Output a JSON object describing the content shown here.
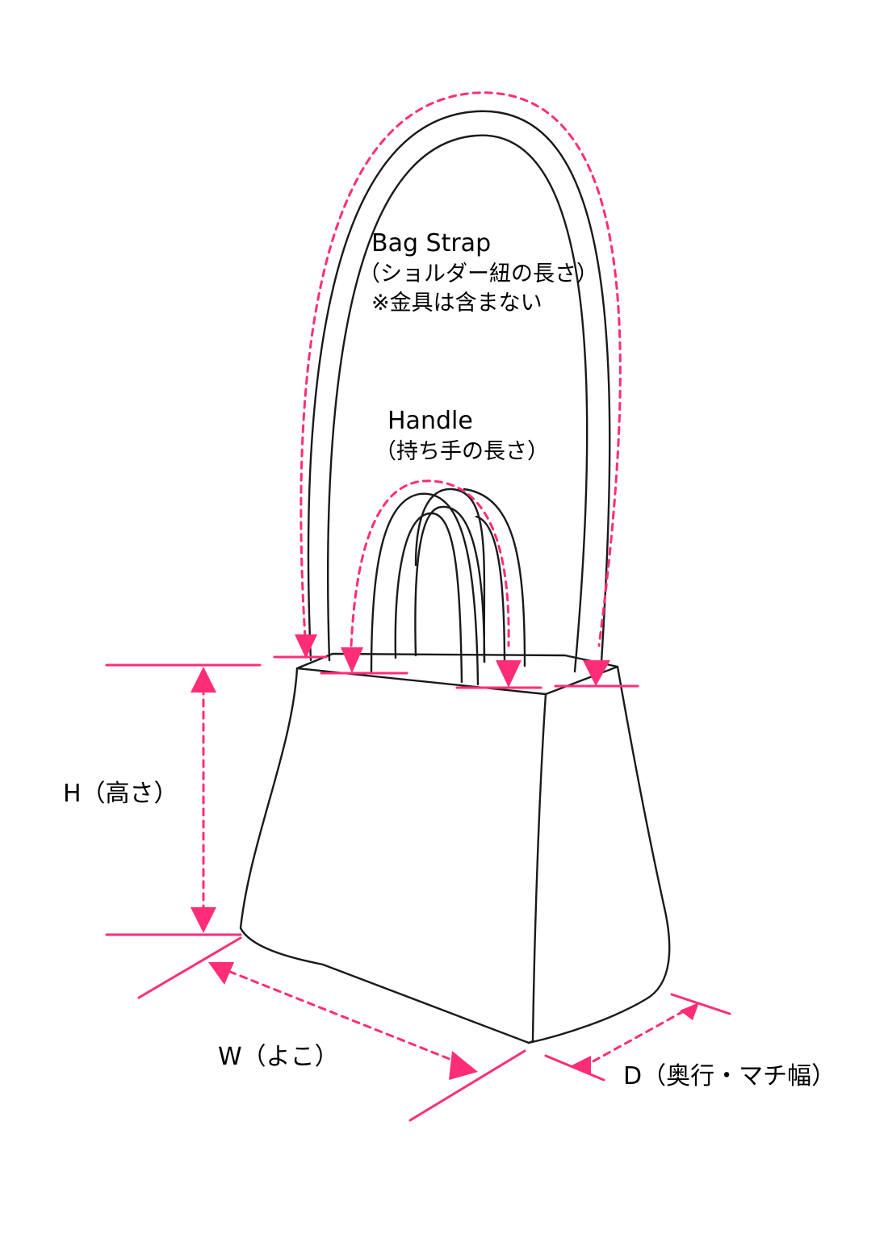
{
  "labels": {
    "strap_title": "Bag Strap",
    "strap_note_1": "（ショルダー紐の長さ）",
    "strap_note_2": "※金具は含まない",
    "handle_title": "Handle",
    "handle_note": "（持ち手の長さ）",
    "height": "H（高さ）",
    "width": "W（よこ）",
    "depth": "D（奥行・マチ幅）"
  },
  "colors": {
    "accent": "#ff2d78",
    "outline": "#1a1a1a",
    "text": "#000000",
    "background": "#ffffff"
  }
}
